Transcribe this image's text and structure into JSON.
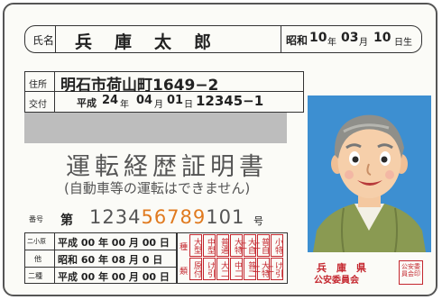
{
  "name_row": {
    "label": "氏名",
    "name": "兵　庫　太　郎",
    "birth_era": "昭和",
    "birth_year": "10",
    "year_unit": "年",
    "birth_month": "03",
    "month_unit": "月",
    "birth_day": "10",
    "birth_suffix": "日生"
  },
  "address_row": {
    "label": "住所",
    "value": "明石市荷山町1649−2"
  },
  "issue_row": {
    "label": "交付",
    "era": "平成",
    "year": "24",
    "year_unit": "年",
    "month": "04",
    "month_unit": "月",
    "day": "01",
    "day_unit": "日",
    "number": "12345−1"
  },
  "title": {
    "main": "運転経歴証明書",
    "sub": "(自動車等の運転はできません)"
  },
  "number_row": {
    "label": "番号",
    "prefix": "第",
    "digits_black_1": "1234",
    "digits_orange": "56789",
    "digits_black_2": "101",
    "suffix": "号"
  },
  "history": [
    {
      "label": "二小原",
      "text": "平成 00 年 00 月 00 日"
    },
    {
      "label": "他",
      "text": "昭和 60 年 08 月 0 日"
    },
    {
      "label": "二種",
      "text": "平成 00 年 00 月 00 日"
    }
  ],
  "category_grid": {
    "side_top": "種",
    "side_bottom": "類",
    "top": [
      "大型",
      "中型",
      "普通",
      "大特",
      "大自二",
      "普自二",
      "小特"
    ],
    "bottom": [
      "原付",
      "け引",
      "大二",
      "中二",
      "普二",
      "大特二",
      "け引二"
    ]
  },
  "issuer": {
    "name_line1": "兵　庫　県",
    "name_line2": "公安委員会",
    "seal": "公安委員会印"
  },
  "colors": {
    "photo_bg": "#3d8fd1",
    "accent_red": "#c4262e",
    "orange_digits": "#e07a1f",
    "gray_band": "#bdbdbd"
  }
}
